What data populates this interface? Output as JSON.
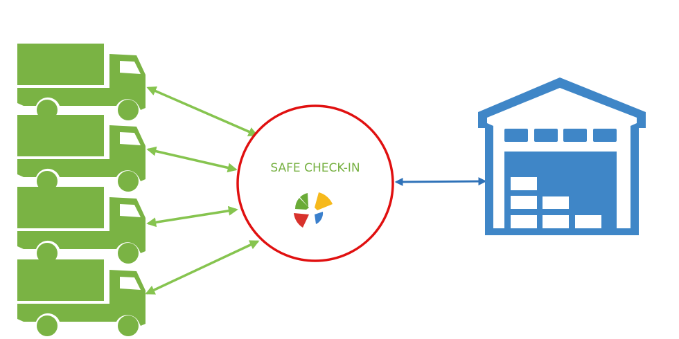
{
  "diagram": {
    "hub": {
      "label": "SAFE CHECK-IN",
      "icon": "pinwheel-logo-icon",
      "ring_color": "#e01010",
      "label_color": "#76b041",
      "logo_colors": [
        "#6aab37",
        "#f6b91c",
        "#d8322c",
        "#3a7fcc"
      ]
    },
    "trucks": [
      {
        "name": "truck-1",
        "icon": "truck-icon"
      },
      {
        "name": "truck-2",
        "icon": "truck-icon"
      },
      {
        "name": "truck-3",
        "icon": "truck-icon"
      },
      {
        "name": "truck-4",
        "icon": "truck-icon"
      }
    ],
    "truck_color": "#7ab344",
    "truck_arrow_color": "#86c44f",
    "warehouse": {
      "icon": "warehouse-icon",
      "color": "#3f86c7"
    },
    "warehouse_arrow_color": "#2f72b8",
    "connections": [
      {
        "from": "truck-1",
        "to": "hub",
        "direction": "bidirectional"
      },
      {
        "from": "truck-2",
        "to": "hub",
        "direction": "bidirectional"
      },
      {
        "from": "truck-3",
        "to": "hub",
        "direction": "bidirectional"
      },
      {
        "from": "truck-4",
        "to": "hub",
        "direction": "bidirectional"
      },
      {
        "from": "hub",
        "to": "warehouse",
        "direction": "bidirectional"
      }
    ]
  }
}
